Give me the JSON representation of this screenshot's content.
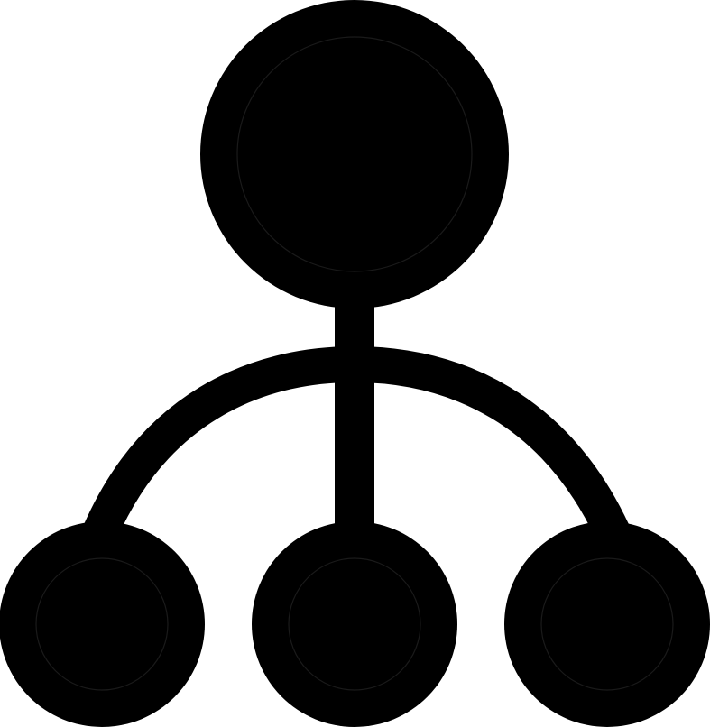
{
  "icon": {
    "name": "hierarchy-network-icon",
    "description_visible_text": "",
    "colors": {
      "foreground": "#000000",
      "background": "#ffffff"
    },
    "nodes": [
      "parent-node",
      "child-node-left",
      "child-node-center",
      "child-node-right"
    ]
  }
}
